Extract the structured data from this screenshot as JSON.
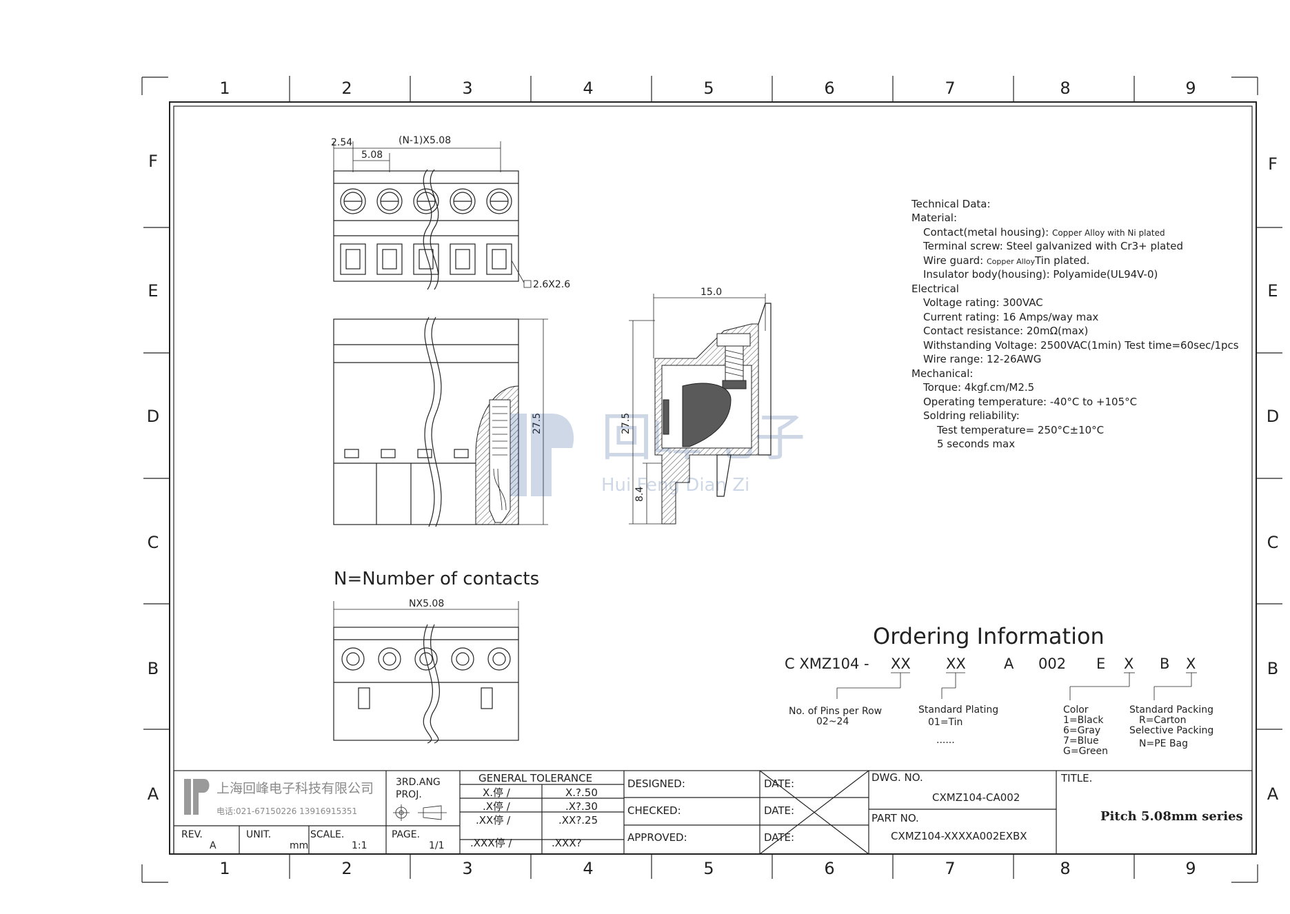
{
  "zones": {
    "columns": [
      "1",
      "2",
      "3",
      "4",
      "5",
      "6",
      "7",
      "8",
      "9"
    ],
    "rows": [
      "F",
      "E",
      "D",
      "C",
      "B",
      "A"
    ]
  },
  "front_view": {
    "dim_half_pitch": "2.54",
    "dim_pitch": "5.08",
    "dim_span": "(N-1)X5.08",
    "dim_square": "2.6X2.6"
  },
  "section_view": {
    "dim_height": "27.5"
  },
  "side_view": {
    "dim_depth": "15.0",
    "dim_height": "27.5",
    "dim_pin": "8.4"
  },
  "top_view": {
    "note": "N=Number of contacts",
    "dim_width": "NX5.08"
  },
  "watermark": {
    "cn": "回峰电子",
    "en": "Hui Feng Dian Zi"
  },
  "tech_data": [
    "Technical Data:",
    "Material:",
    "Contact(metal housing): ",
    "Copper Alloy with Ni plated",
    "Terminal screw: Steel galvanized with Cr3+ plated",
    "Wire guard: ",
    "Copper Alloy",
    "Tin plated.",
    "Insulator body(housing): Polyamide(UL94V-0)",
    "Electrical",
    "Voltage rating: 300VAC",
    "Current rating: 16 Amps/way max",
    "Contact resistance: 20mΩ(max)",
    "Withstanding Voltage: 2500VAC(1min) Test time=60sec/1pcs",
    "Wire range: 12-26AWG",
    "Mechanical:",
    "Torque: 4kgf.cm/M2.5",
    "Operating temperature: -40°C to +105°C",
    "Soldring reliability:",
    "Test temperature= 250°C±10°C",
    "5 seconds max"
  ],
  "ordering": {
    "title": "Ordering Information",
    "code": [
      "C XMZ104 -",
      "XX",
      "XX",
      "A",
      "002",
      "E",
      "X",
      "B",
      "X"
    ],
    "pins": [
      "No. of Pins per Row",
      "02~24"
    ],
    "plating": [
      "Standard Plating",
      "01=Tin",
      "......"
    ],
    "color": [
      "Color",
      "1=Black",
      "6=Gray",
      "7=Blue",
      "G=Green"
    ],
    "packing": [
      "Standard Packing",
      "R=Carton",
      "Selective Packing",
      "N=PE Bag"
    ]
  },
  "title_block": {
    "company": "上海回峰电子科技有限公司",
    "phone": "电话:021-67150226 13916915351",
    "rev_label": "REV.",
    "rev_value": "A",
    "unit_label": "UNIT.",
    "unit_value": "mm",
    "scale_label": "SCALE.",
    "scale_value": "1:1",
    "page_label": "PAGE.",
    "page_value": "1/1",
    "projection": [
      "3RD.ANG",
      "PROJ."
    ],
    "tolerance_title": "GENERAL TOLERANCE",
    "tolerance": [
      "X.停 /",
      "X.?.50",
      ".X停 /",
      ".X?.30",
      ".XX停 /",
      ".XX?.25",
      ".XXX停 /",
      ".XXX?"
    ],
    "designed": "DESIGNED:",
    "checked": "CHECKED:",
    "approved": "APPROVED:",
    "date": "DATE:",
    "dwg_no_label": "DWG. NO.",
    "dwg_no": "CXMZ104-CA002",
    "part_no_label": "PART NO.",
    "part_no": "CXMZ104-XXXXA002EXBX",
    "title_label": "TITLE.",
    "title": "Pitch 5.08mm series"
  }
}
